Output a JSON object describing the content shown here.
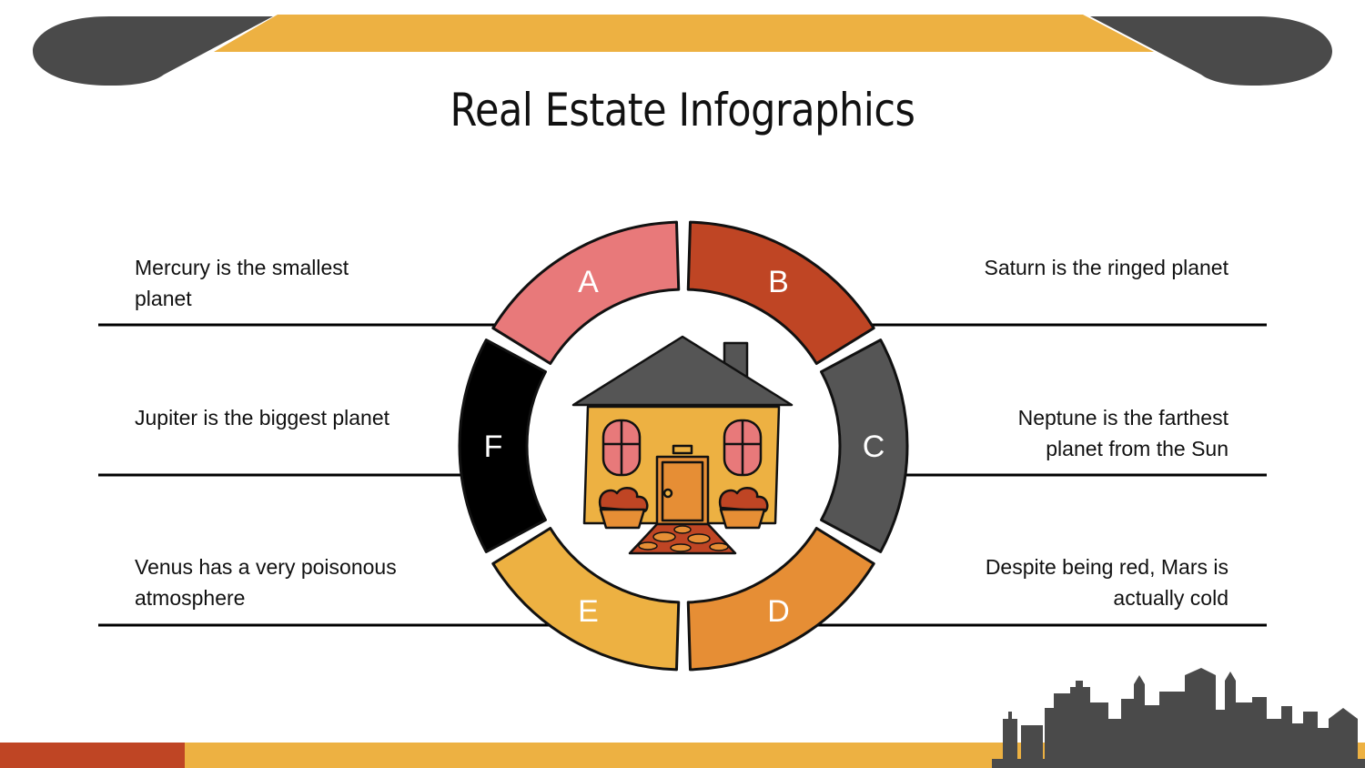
{
  "title": "Real Estate Infographics",
  "items": [
    {
      "letter": "A",
      "text": "Mercury is the smallest planet",
      "color": "#E8797A"
    },
    {
      "letter": "B",
      "text": "Saturn is the ringed planet",
      "color": "#BF4524"
    },
    {
      "letter": "C",
      "text": "Neptune is the farthest planet from the Sun",
      "color": "#555555"
    },
    {
      "letter": "D",
      "text": "Despite being red, Mars is actually cold",
      "color": "#E68E35"
    },
    {
      "letter": "E",
      "text": "Venus has a very poisonous atmosphere",
      "color": "#EDB142"
    },
    {
      "letter": "F",
      "text": "Jupiter is the biggest planet",
      "color": "#000000"
    }
  ],
  "colors": {
    "accent": "#EDB142",
    "dark": "#4A4A4A",
    "red": "#BF4524"
  },
  "icons": [
    "house-icon",
    "city-skyline-icon"
  ]
}
